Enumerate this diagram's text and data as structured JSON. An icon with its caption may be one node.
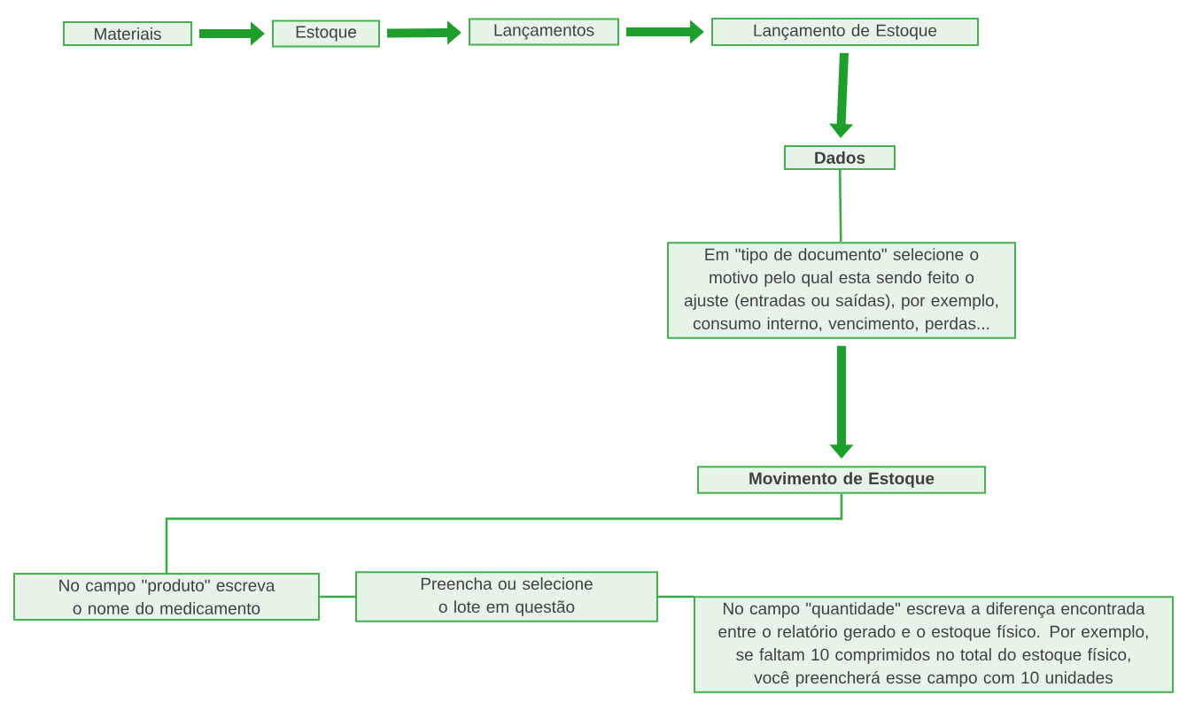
{
  "diagram": {
    "nodes": [
      {
        "text": [
          "Materiais"
        ]
      },
      {
        "text": [
          "Estoque"
        ]
      },
      {
        "text": [
          "Lançamentos"
        ]
      },
      {
        "text": [
          "Lançamento de Estoque"
        ]
      },
      {
        "text": [
          "**Dados**"
        ]
      },
      {
        "text": [
          "Em \"tipo de documento\" selecione o motivo pelo qual esta sendo feito o ajuste (entradas ou saídas), por exemplo, consumo interno, vencimento, perdas..."
        ]
      },
      {
        "text": [
          "**Movimento de Estoque**"
        ]
      },
      {
        "text": [
          "No campo \"produto\" escreva o nome do medicamento"
        ]
      },
      {
        "text": [
          "Preencha ou selecione o lote em questão"
        ]
      },
      {
        "text": [
          "No campo \"quantidade\" escreva a diferença encontrada entre o relatório gerado e o estoque físico. Por exemplo, se faltam 10 comprimidos no total do estoque físico, você preencherá esse campo com 10 unidades"
        ]
      }
    ],
    "edges": [
      {
        "from": 0,
        "to": 1,
        "arrow": "to"
      },
      {
        "from": 1,
        "to": 2,
        "arrow": "to"
      },
      {
        "from": 2,
        "to": 3,
        "arrow": "to"
      },
      {
        "from": 3,
        "to": 4,
        "arrow": "to"
      },
      {
        "from": 4,
        "to": 5,
        "arrow": "none"
      },
      {
        "from": 5,
        "to": 6,
        "arrow": "to"
      },
      {
        "from": 6,
        "to": 7,
        "arrow": "none"
      },
      {
        "from": 7,
        "to": 8,
        "arrow": "none"
      },
      {
        "from": 8,
        "to": 9,
        "arrow": "none"
      }
    ]
  }
}
